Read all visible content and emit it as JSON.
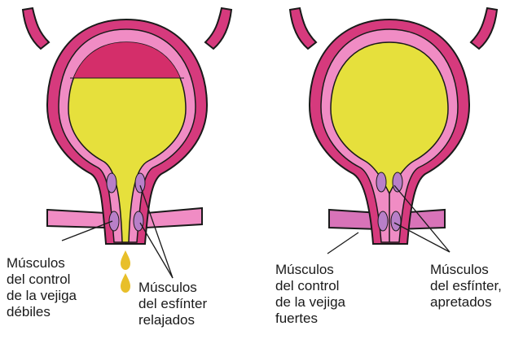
{
  "colors": {
    "wall_outer": "#d63a7d",
    "wall_inner": "#f08cc4",
    "urine": "#e6e03c",
    "air_space": "#d42e6a",
    "sphincter": "#b87fc8",
    "drop": "#e8bf2a",
    "stroke": "#1a1a1a"
  },
  "left_diagram": {
    "icons": [
      "bladder-weak-icon",
      "urine-drop-icon"
    ],
    "weak_muscles_label": [
      "Músculos",
      "del control",
      "de la vejiga",
      "débiles"
    ],
    "relaxed_sphincter_label": [
      "Músculos",
      "del esfínter",
      "relajados"
    ]
  },
  "right_diagram": {
    "icons": [
      "bladder-strong-icon"
    ],
    "strong_muscles_label": [
      "Músculos",
      "del control",
      "de la vejiga",
      "fuertes"
    ],
    "tight_sphincter_label": [
      "Músculos",
      "del esfínter,",
      "apretados"
    ]
  }
}
